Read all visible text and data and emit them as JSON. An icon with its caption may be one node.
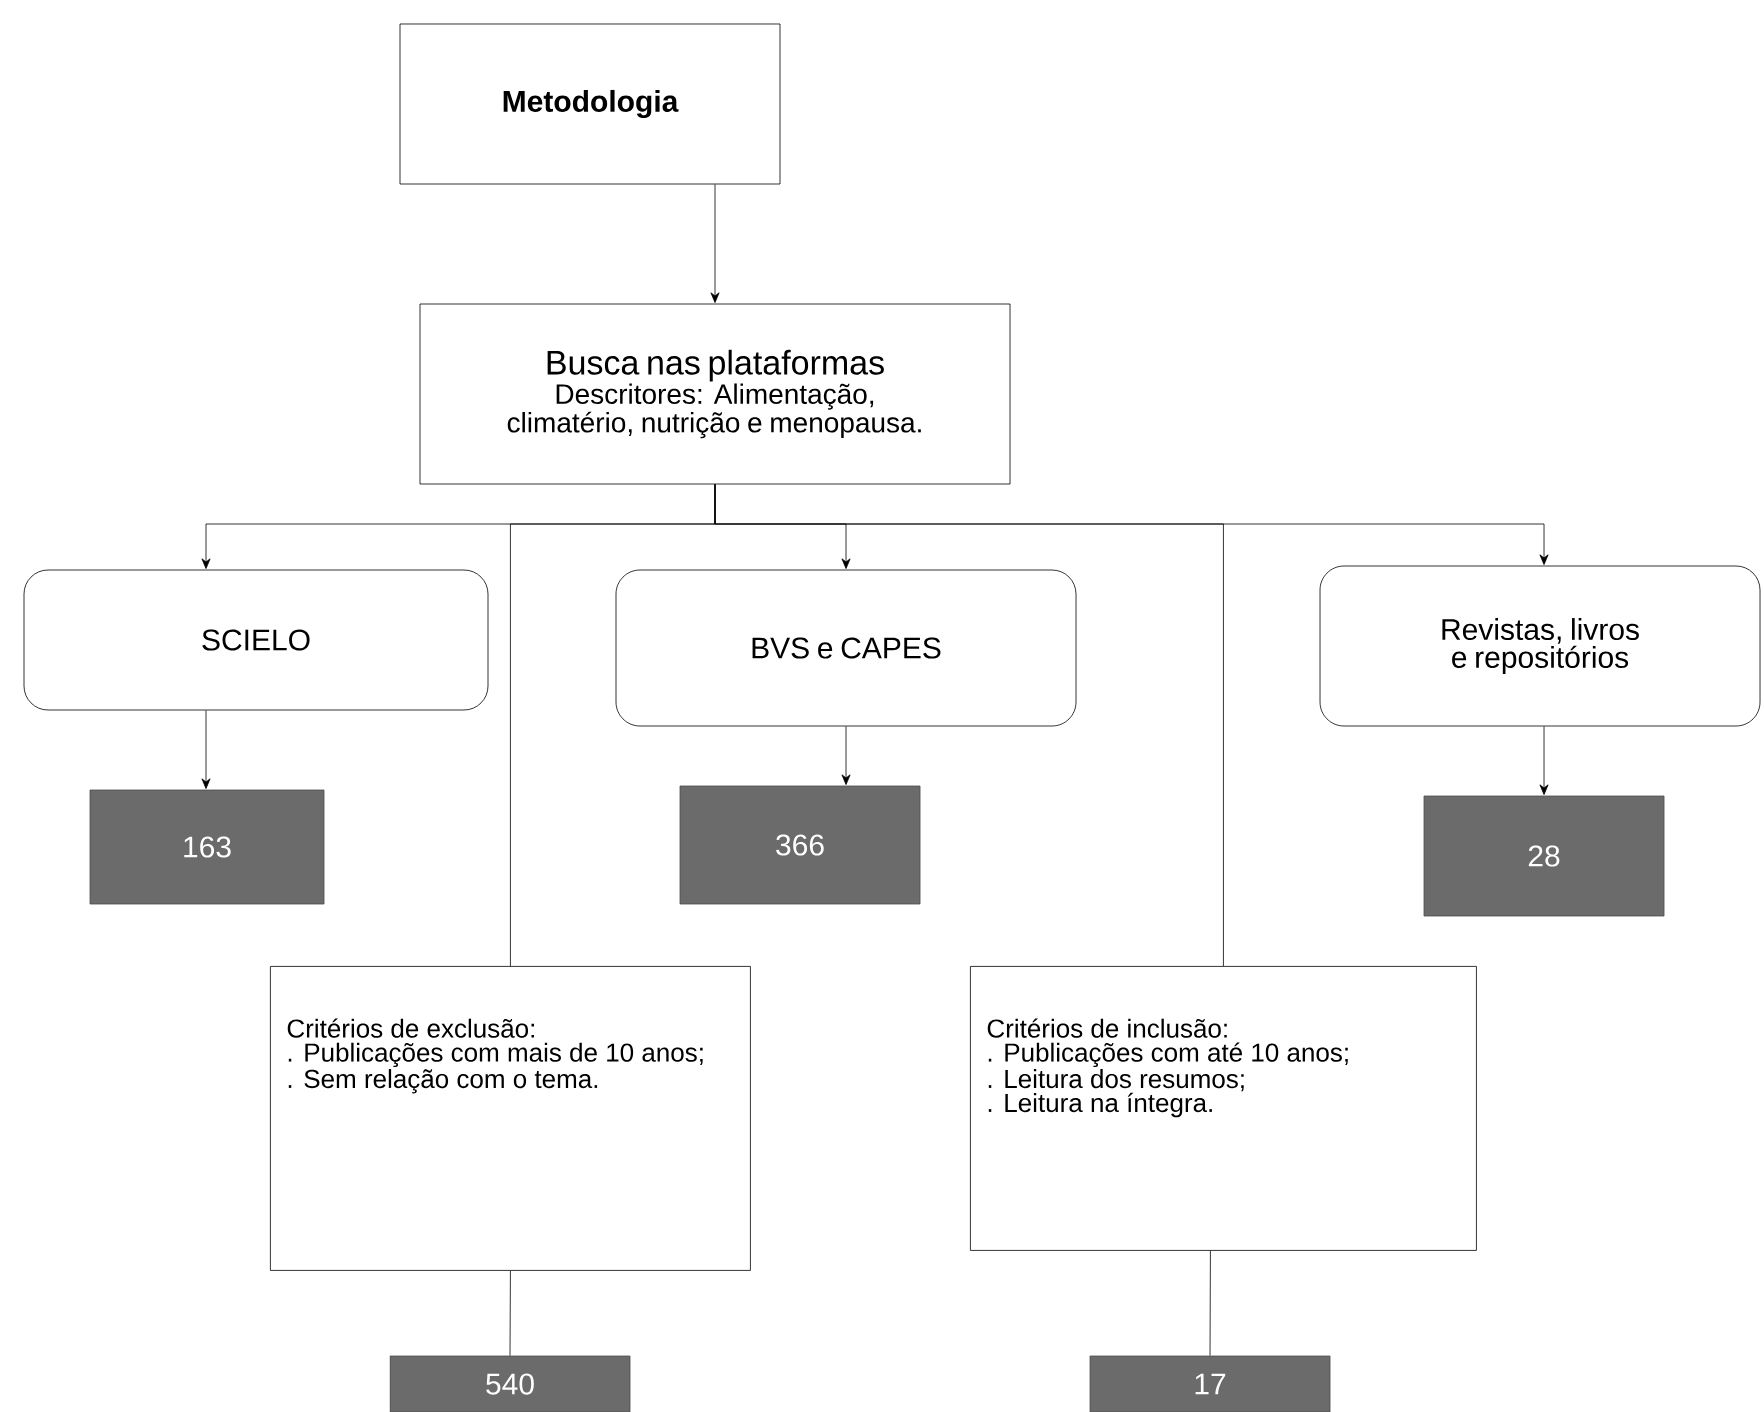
{
  "diagram": {
    "nodes": [
      {
        "text": [
          "Metodologia"
        ]
      },
      {
        "text": [
          "Busca nas plataformas",
          "Descritores: Alimentação, climatério, nutrição e menopausa."
        ]
      },
      {
        "text": [
          "SCIELO"
        ]
      },
      {
        "text": [
          "BVS e CAPES"
        ]
      },
      {
        "text": [
          "Revistas, livros e repositórios"
        ]
      },
      {
        "text": [
          "163"
        ]
      },
      {
        "text": [
          "366"
        ]
      },
      {
        "text": [
          "28"
        ]
      },
      {
        "text": [
          "Critérios de exclusão:",
          ". Publicações com mais de 10 anos;",
          ". Sem relação com o tema."
        ]
      },
      {
        "text": [
          "Critérios de inclusão:",
          ". Publicações com até 10 anos;",
          ". Leitura dos resumos;",
          ". Leitura na íntegra."
        ]
      },
      {
        "text": [
          "540"
        ]
      },
      {
        "text": [
          "17"
        ]
      }
    ],
    "edges": [
      {
        "from": 0,
        "to": 1,
        "arrow": "to"
      },
      {
        "from": 1,
        "to": 2,
        "arrow": "to"
      },
      {
        "from": 1,
        "to": 3,
        "arrow": "to"
      },
      {
        "from": 1,
        "to": 4,
        "arrow": "to"
      },
      {
        "from": 1,
        "to": 8,
        "arrow": "none"
      },
      {
        "from": 1,
        "to": 9,
        "arrow": "none"
      },
      {
        "from": 2,
        "to": 5,
        "arrow": "to"
      },
      {
        "from": 3,
        "to": 6,
        "arrow": "to"
      },
      {
        "from": 4,
        "to": 7,
        "arrow": "to"
      },
      {
        "from": 8,
        "to": 10,
        "arrow": "none"
      },
      {
        "from": 9,
        "to": 11,
        "arrow": "none"
      }
    ]
  }
}
